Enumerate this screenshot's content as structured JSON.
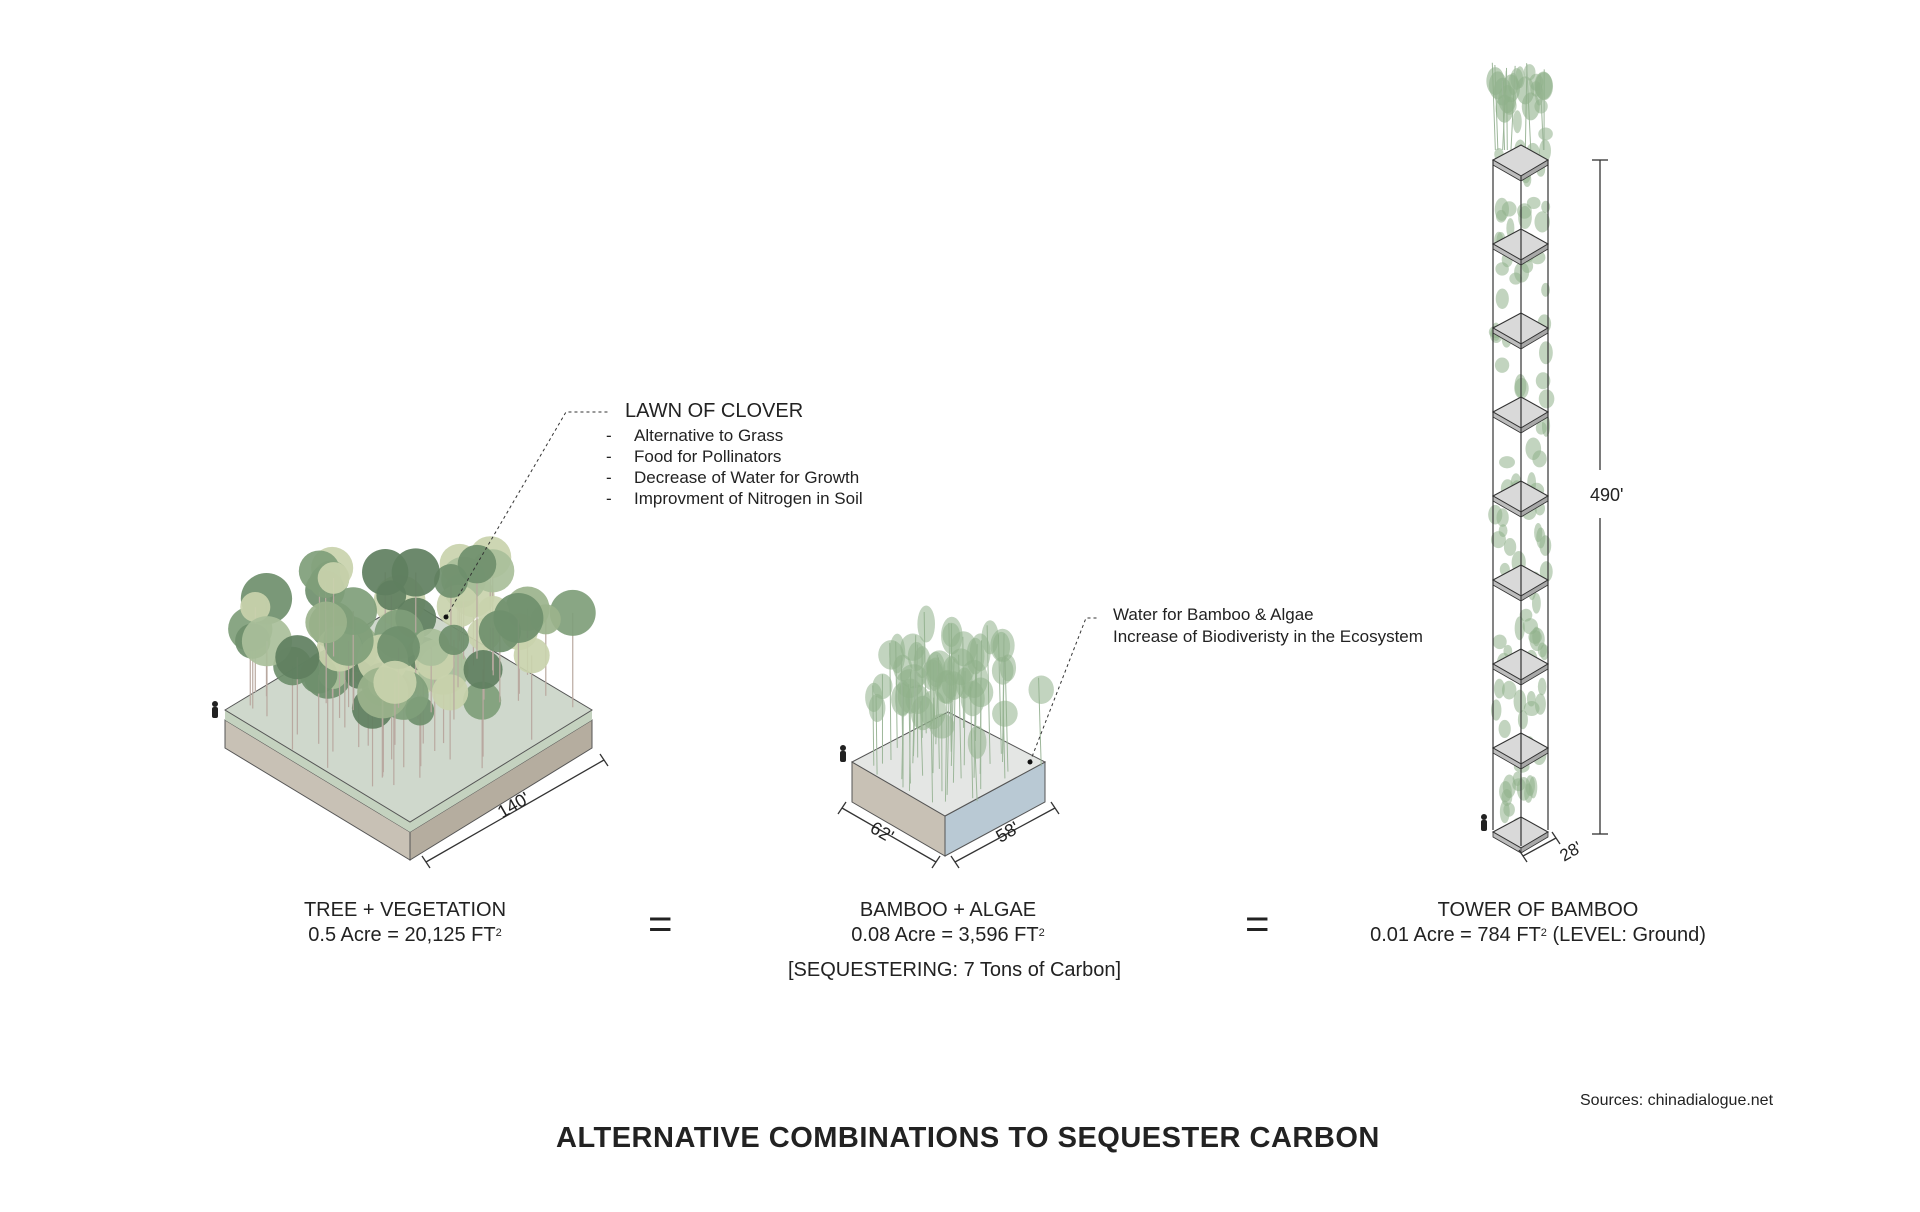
{
  "title": "ALTERNATIVE COMBINATIONS TO SEQUESTER CARBON",
  "source": "Sources: chinadialogue.net",
  "equals_sign": "=",
  "colors": {
    "tree_dark": "#6f8f6c",
    "tree_light": "#c9d2ad",
    "tree_mid": "#9bb38c",
    "soil": "#c8c1b5",
    "grass_band": "#c4d2bf",
    "bamboo": "#8fb08a",
    "water": "#b8cad6",
    "slab": "#d9d9d9"
  },
  "lawn_note": {
    "title": "LAWN OF CLOVER",
    "items": [
      "Alternative to Grass",
      "Food for Pollinators",
      "Decrease of Water for Growth",
      "Improvment of Nitrogen in Soil"
    ],
    "dash": "-"
  },
  "water_note": {
    "lines": [
      "Water for Bamboo & Algae",
      "Increase of Biodiveristy in the Ecosystem"
    ]
  },
  "dimensions": {
    "tree_side": "140'",
    "bamboo_side_a": "62'",
    "bamboo_side_b": "58'",
    "tower_height": "490'",
    "tower_side": "28'"
  },
  "labels": {
    "tree": {
      "name": "TREE + VEGETATION",
      "area_prefix": "0.5 Acre = 20,125 FT",
      "sup": "2",
      "area_suffix": ""
    },
    "bamboo": {
      "name": "BAMBOO + ALGAE",
      "area_prefix": "0.08 Acre = 3,596 FT",
      "sup": "2",
      "area_suffix": "",
      "extra": "[SEQUESTERING: 7 Tons of Carbon]"
    },
    "tower": {
      "name": "TOWER OF BAMBOO",
      "area_prefix": "0.01 Acre = 784 FT",
      "sup": "2",
      "area_suffix": " (LEVEL: Ground)"
    }
  }
}
